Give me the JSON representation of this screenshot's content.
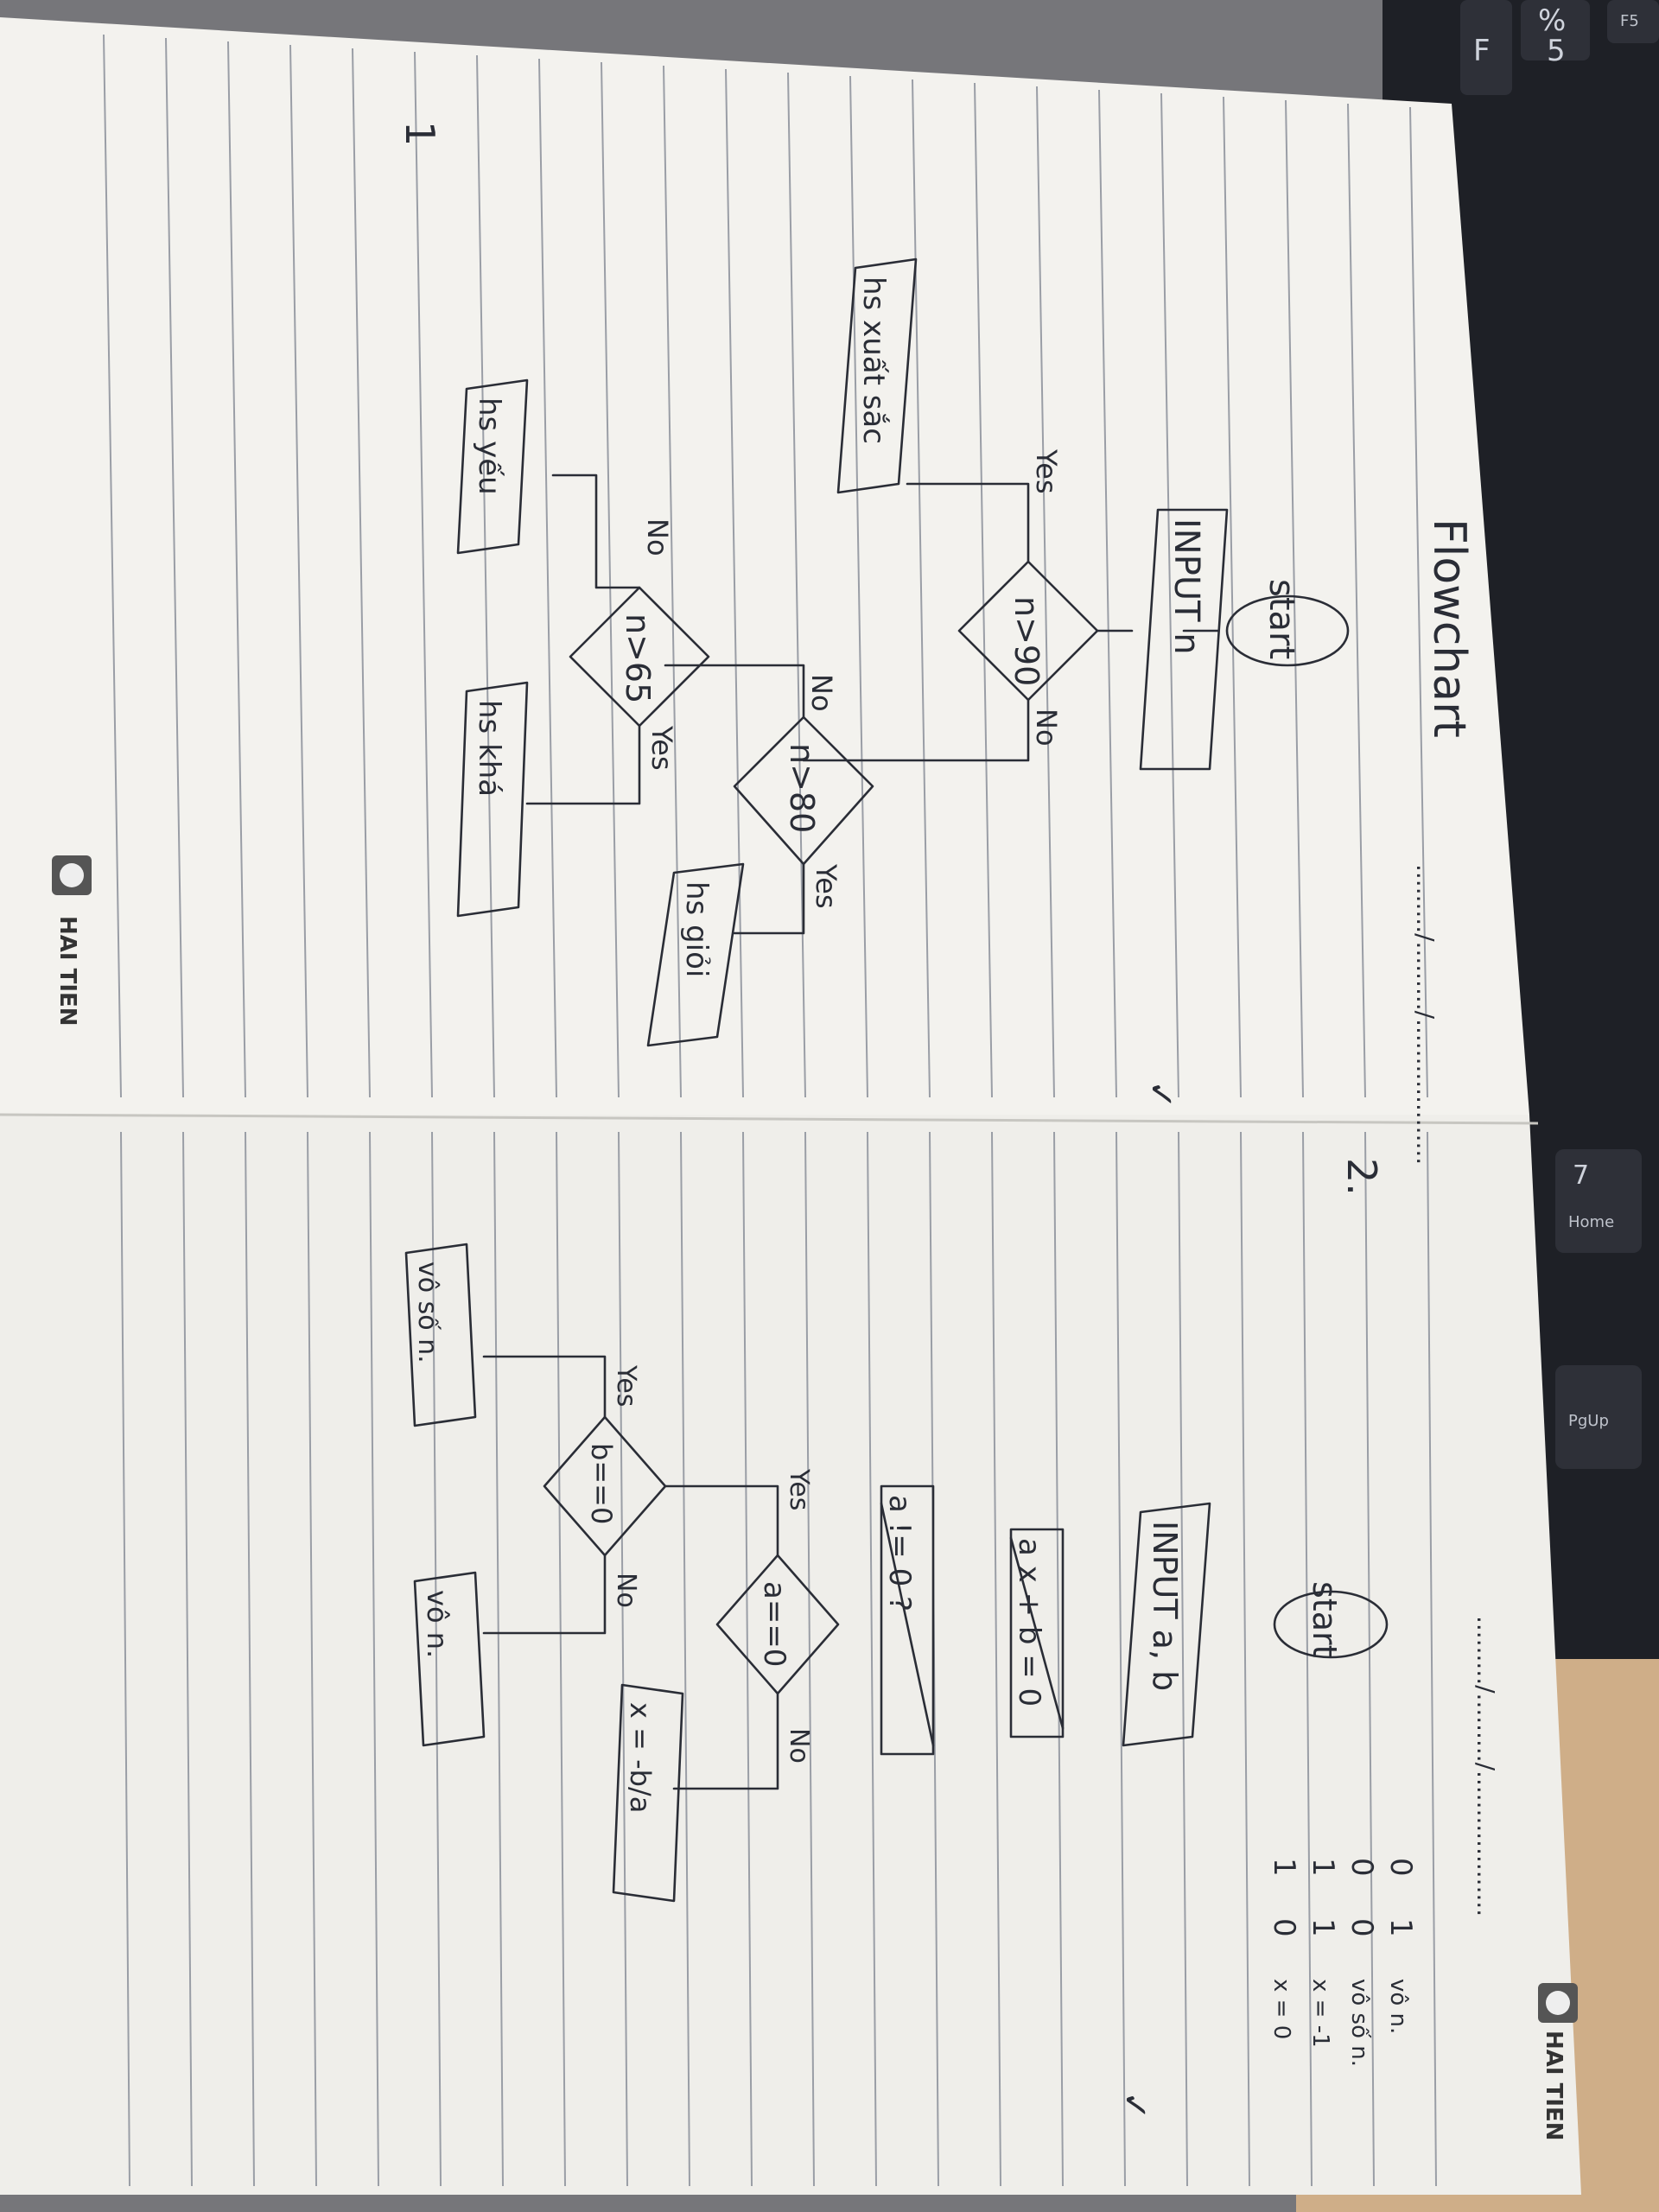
{
  "keyboard": {
    "keys": [
      "F5",
      "%",
      "5",
      "F",
      "7",
      "Home",
      "PgUp"
    ]
  },
  "notebook": {
    "brand": "HAI TIEN",
    "header_dots": "........./........./...................",
    "left_page": {
      "number": "1",
      "title": "Flowchart",
      "flowchart": {
        "start": "start",
        "input": "INPUT n",
        "decisions": [
          "n>90",
          "n>80",
          "n>65"
        ],
        "outputs": [
          "hs xuất sắc",
          "hs giỏi",
          "hs khá",
          "hs yếu"
        ],
        "yes_label": "Yes",
        "no_label": "No"
      },
      "check": "✓"
    },
    "right_page": {
      "number": "2.",
      "flowchart": {
        "start": "start",
        "input": "INPUT a, b",
        "struck": [
          "a x + b = 0",
          "a != 0 ?"
        ],
        "decisions": [
          "a==0",
          "b==0"
        ],
        "outputs": [
          "x = -b/a",
          "vô n.",
          "vô số n."
        ],
        "yes_label": "Yes",
        "no_label": "No"
      },
      "table": [
        [
          "0",
          "1",
          "vô n."
        ],
        [
          "0",
          "0",
          "vô số n."
        ],
        [
          "1",
          "1",
          "x = -1"
        ],
        [
          "1",
          "0",
          "x = 0"
        ]
      ],
      "check": "✓"
    }
  }
}
